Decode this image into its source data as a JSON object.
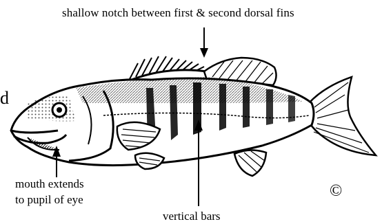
{
  "labels": {
    "notch": "shallow notch between first & second dorsal fins",
    "mouth_line1": "mouth extends",
    "mouth_line2": "to pupil of eye",
    "bars": "vertical bars",
    "copyright": "©",
    "side_char": "d"
  },
  "colors": {
    "ink": "#000000",
    "background": "#ffffff"
  },
  "icons": [
    "fish-illustration",
    "arrow-down-icon",
    "arrow-up-icon"
  ]
}
